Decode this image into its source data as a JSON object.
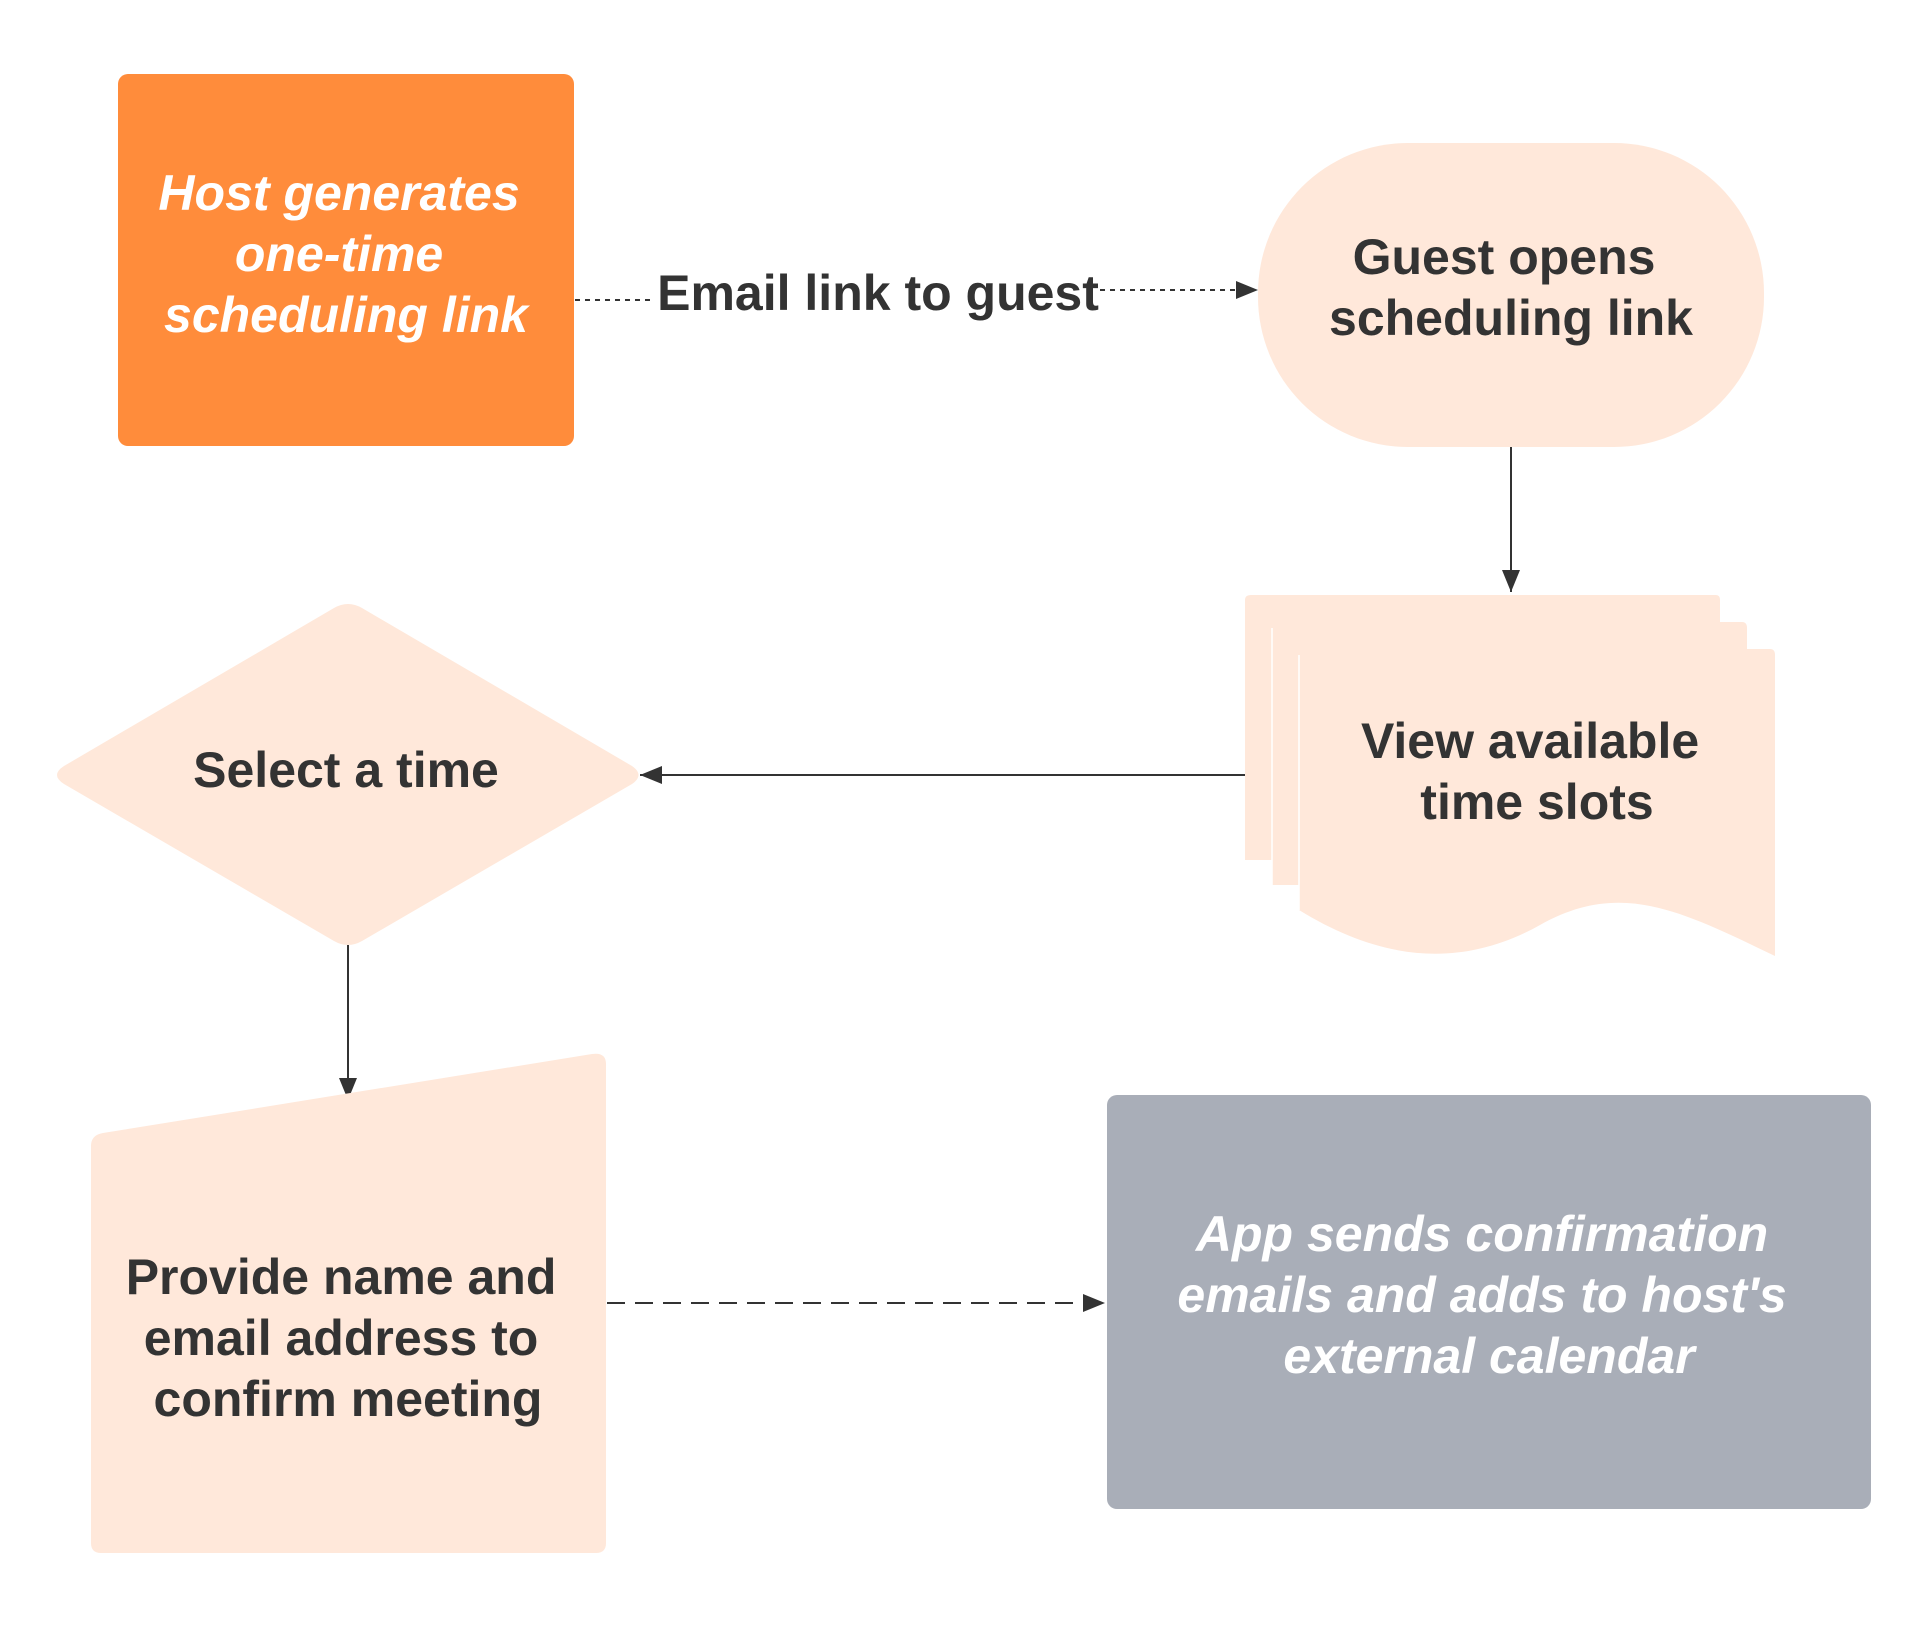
{
  "colors": {
    "accent_orange": "#FF8C3B",
    "peach": "#FFE8DA",
    "gray_box": "#A9AEB8",
    "text_dark": "#333333",
    "text_light": "#FFFFFF"
  },
  "nodes": {
    "host_generates": {
      "lines": [
        "Host generates",
        "one-time",
        "scheduling link"
      ]
    },
    "guest_opens": {
      "lines": [
        "Guest opens",
        "scheduling link"
      ]
    },
    "view_slots": {
      "lines": [
        "View available",
        "time slots"
      ]
    },
    "select_time": {
      "lines": [
        "Select a time"
      ]
    },
    "provide_info": {
      "lines": [
        "Provide name and",
        "email address to",
        "confirm meeting"
      ]
    },
    "app_sends": {
      "lines": [
        "App sends confirmation",
        "emails and adds to host's",
        "external calendar"
      ]
    }
  },
  "edges": {
    "email_link": {
      "label": "Email link to guest",
      "style": "dotted"
    }
  }
}
